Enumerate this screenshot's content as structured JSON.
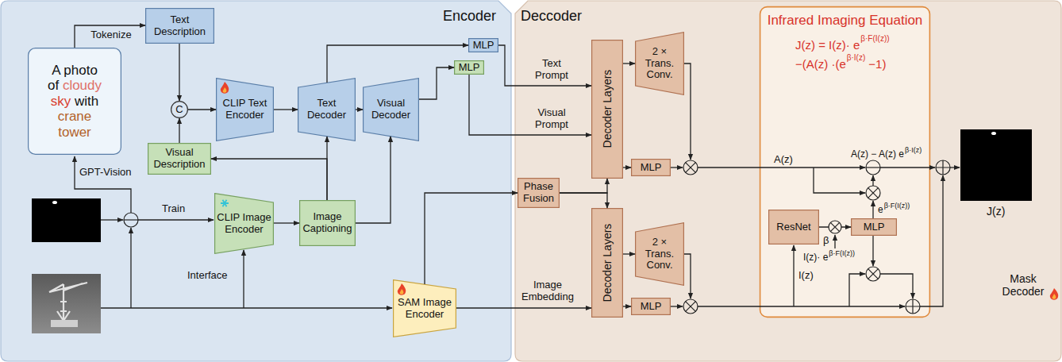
{
  "diagram": {
    "nodes": [
      {
        "text": [
          "Encoder"
        ]
      },
      {
        "text": [
          "Deccoder"
        ]
      },
      {
        "text": [
          "Text Description"
        ],
        "in": 0
      },
      {
        "text": [
          "A photo of cloudy sky with crane tower"
        ],
        "in": 0
      },
      {
        "text": [
          "C"
        ],
        "in": 0
      },
      {
        "text": [
          "CLIP Text Encoder"
        ],
        "in": 0
      },
      {
        "text": [
          "Text Decoder"
        ],
        "in": 0
      },
      {
        "text": [
          "Visual Decoder"
        ],
        "in": 0
      },
      {
        "text": [
          "MLP"
        ],
        "in": 0
      },
      {
        "text": [
          "MLP"
        ],
        "in": 0
      },
      {
        "text": [
          "Visual Description"
        ],
        "in": 0
      },
      {
        "text": [
          "CLIP Image Encoder"
        ],
        "in": 0
      },
      {
        "text": [
          "Image Captioning"
        ],
        "in": 0
      },
      {
        "text": [
          "SAM Image Encoder"
        ],
        "in": 0
      },
      {
        "text": [
          "Phase Fusion"
        ],
        "in": 1
      },
      {
        "text": [
          "Decoder Layers"
        ],
        "in": 1
      },
      {
        "text": [
          "Decoder Layers"
        ],
        "in": 1
      },
      {
        "text": [
          "2 × Trans. Conv."
        ],
        "in": 1
      },
      {
        "text": [
          "2 × Trans. Conv."
        ],
        "in": 1
      },
      {
        "text": [
          "MLP"
        ],
        "in": 1
      },
      {
        "text": [
          "MLP"
        ],
        "in": 1
      },
      {
        "text": [
          "Infrared Imaging Equation"
        ],
        "in": 1
      },
      {
        "text": [
          "ResNet"
        ],
        "in": 21
      },
      {
        "text": [
          "MLP"
        ],
        "in": 21
      }
    ],
    "edges": [
      {
        "from": 3,
        "to": 2,
        "label": "Tokenize",
        "arrow": "to"
      },
      {
        "from": 2,
        "to": 4,
        "arrow": "to"
      },
      {
        "from": 10,
        "to": 4,
        "arrow": "to"
      },
      {
        "from": 4,
        "to": 5,
        "arrow": "to"
      },
      {
        "from": 5,
        "to": 6,
        "arrow": "to"
      },
      {
        "from": 6,
        "to": 7,
        "arrow": "to"
      },
      {
        "from": 6,
        "to": 8,
        "arrow": "to"
      },
      {
        "from": 7,
        "to": 9,
        "arrow": "to"
      },
      {
        "from": 12,
        "to": 6,
        "arrow": "to"
      },
      {
        "from": 12,
        "to": 10,
        "arrow": "to"
      },
      {
        "from": 12,
        "to": 7,
        "arrow": "to"
      },
      {
        "from": 11,
        "to": 12,
        "arrow": "to"
      },
      {
        "from": 13,
        "to": 14,
        "arrow": "to"
      },
      {
        "from": 13,
        "to": 16,
        "label": "Image Embedding",
        "arrow": "to"
      },
      {
        "from": 8,
        "to": 15,
        "label": "Text Prompt",
        "arrow": "to"
      },
      {
        "from": 9,
        "to": 15,
        "label": "Visual Prompt",
        "arrow": "to"
      },
      {
        "from": 14,
        "to": 15,
        "arrow": "to"
      },
      {
        "from": 14,
        "to": 16,
        "arrow": "to"
      },
      {
        "from": 15,
        "to": 17,
        "arrow": "to"
      },
      {
        "from": 15,
        "to": 19,
        "arrow": "to"
      },
      {
        "from": 16,
        "to": 18,
        "arrow": "to"
      },
      {
        "from": 16,
        "to": 20,
        "arrow": "to"
      },
      {
        "from": 22,
        "to": 23,
        "arrow": "to"
      }
    ],
    "labels": [
      "GPT-Vision",
      "Train",
      "Interface",
      "J(z) = I(z)· e",
      "β·F(I(z))",
      "−(A(z) ·(e",
      "β·I(z)",
      "−1)",
      "A(z)",
      "A(z) − A(z) e",
      "β·I(z)",
      "e",
      "β·F(I(z))",
      "I(z)· e",
      "β·F(I(z))",
      "I(z)",
      "β",
      "J(z)",
      "Mask Decoder"
    ]
  }
}
